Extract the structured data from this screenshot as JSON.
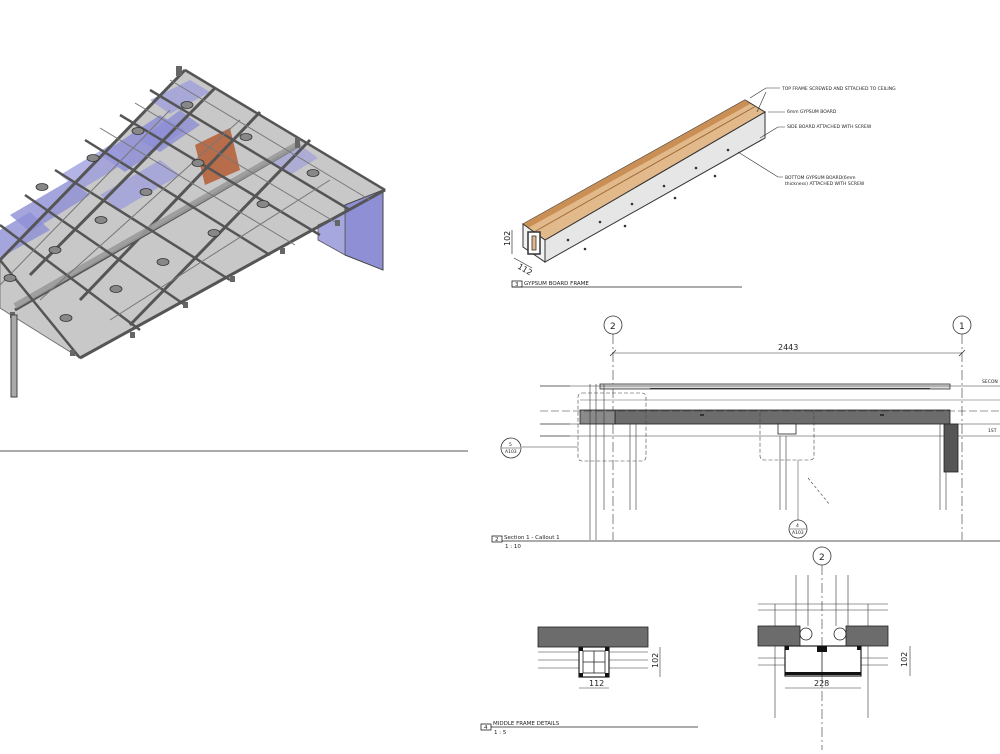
{
  "colors": {
    "steel": "#a9a9a9",
    "steel_dark": "#555555",
    "glass": "#8f8fd6",
    "panel": "#c8c8c8",
    "wood": "#e2b98a",
    "wood_dark": "#c98f55",
    "accent_brown": "#b86d4a"
  },
  "gypsum_detail": {
    "labels": [
      "TOP FRAME SCREWED AND STTACHED TO CEILING",
      "6mm GYPSUM BOARD",
      "SIDE BOARD ATTACHED WITH SCREW",
      "BOTTOM GYPSUM BOARD(6mm",
      "thickness)  ATTACHED WITH SCREW"
    ],
    "dim_height": "102",
    "dim_width": "112",
    "tag": "3",
    "title": "GYPSUM BOARD FRAME"
  },
  "section": {
    "grid_left": "2",
    "grid_right": "1",
    "span": "2443",
    "level_top": "SECON",
    "level_mid": "1ST",
    "callout_left_num": "5",
    "callout_left_ref": "A103",
    "callout_bottom_num": "4",
    "callout_bottom_ref": "A103",
    "tag": "2",
    "title": "Section 1 - Callout 1",
    "scale": "1 : 10"
  },
  "middle_frame": {
    "dim_width_a": "112",
    "dim_height_a": "102",
    "grid": "2",
    "dim_width_b": "228",
    "dim_height_b": "102",
    "tag": "4",
    "title": "MIDDLE FRAME DETAILS",
    "scale": "1 : 5"
  }
}
